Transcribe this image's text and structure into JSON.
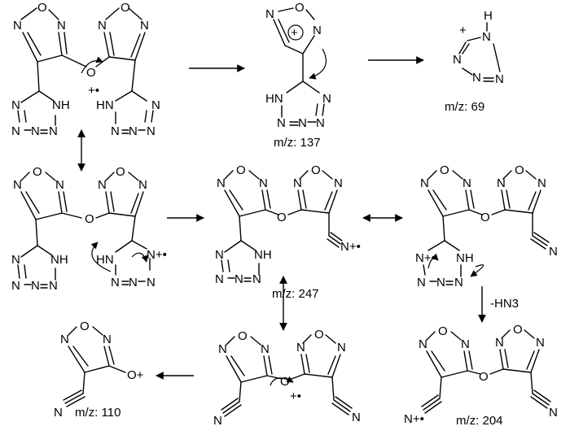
{
  "atoms": {
    "O": "O",
    "N": "N",
    "NH": "NH",
    "HN": "HN",
    "H": "H",
    "O_plus": "O+",
    "N_plus_radical": "N+•",
    "N_radical_plus": "N+•",
    "plus": "+",
    "plus_radical": "+•",
    "radical_plus": "+•"
  },
  "labels": {
    "mz_137": "m/z: 137",
    "mz_69": "m/z: 69",
    "mz_247": "m/z: 247",
    "mz_110": "m/z: 110",
    "mz_204": "m/z: 204"
  },
  "neutral_loss": "-HN3"
}
